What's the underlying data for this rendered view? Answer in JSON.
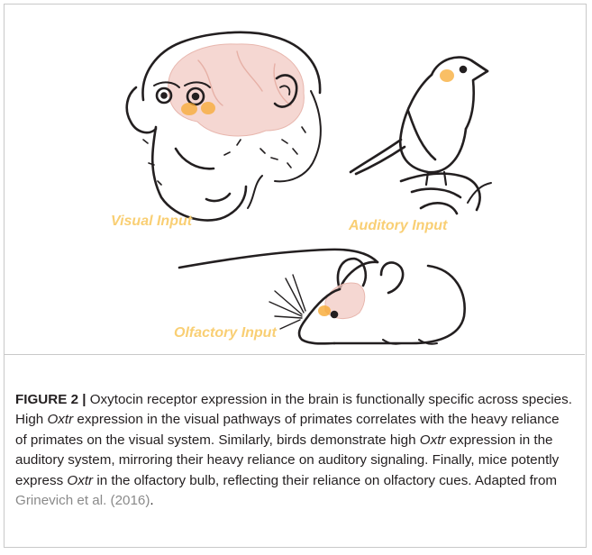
{
  "figure": {
    "labels": {
      "visual": "Visual Input",
      "auditory": "Auditory Input",
      "olfactory": "Olfactory Input"
    },
    "caption": {
      "lead": "FIGURE 2 |",
      "text_1": " Oxytocin receptor expression in the brain is functionally specific across species. High ",
      "oxtr_1": "Oxtr",
      "text_2": " expression in the visual pathways of primates correlates with the heavy reliance of primates on the visual system. Similarly, birds demonstrate high ",
      "oxtr_2": "Oxtr",
      "text_3": " expression in the auditory system, mirroring their heavy reliance on auditory signaling. Finally, mice potently express ",
      "oxtr_3": "Oxtr",
      "text_4": " in the olfactory bulb, reflecting their reliance on olfactory cues. Adapted from ",
      "reference": "Grinevich et al. (2016)",
      "end": "."
    },
    "colors": {
      "label": "#f9cf74",
      "brain": "#f2c9c3",
      "hotspot": "#f7a932",
      "ink": "#231f20",
      "border": "#c9c9c9"
    }
  }
}
